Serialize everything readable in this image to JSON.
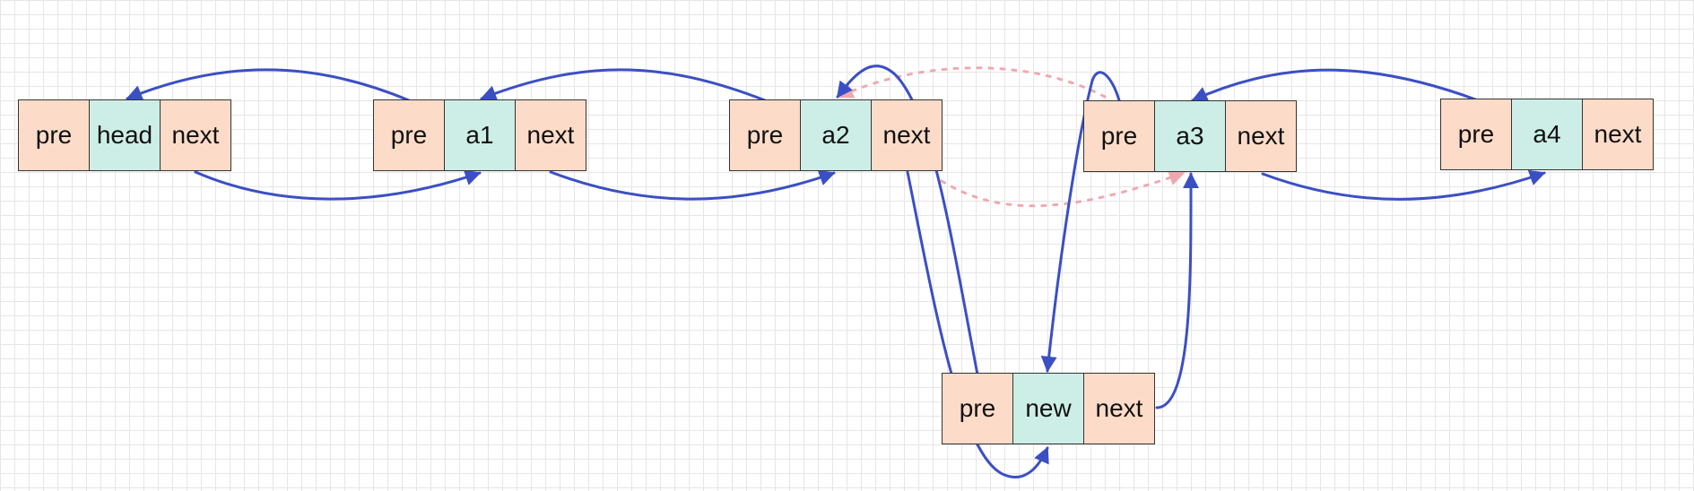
{
  "colors": {
    "link": "#3b4fc4",
    "removed_link": "#f0a8b0",
    "side_cell": "#fcdcc8",
    "value_cell": "#cdeee6"
  },
  "nodes": [
    {
      "id": "head",
      "pre": "pre",
      "value": "head",
      "next": "next"
    },
    {
      "id": "a1",
      "pre": "pre",
      "value": "a1",
      "next": "next"
    },
    {
      "id": "a2",
      "pre": "pre",
      "value": "a2",
      "next": "next"
    },
    {
      "id": "a3",
      "pre": "pre",
      "value": "a3",
      "next": "next"
    },
    {
      "id": "a4",
      "pre": "pre",
      "value": "a4",
      "next": "next"
    },
    {
      "id": "new",
      "pre": "pre",
      "value": "new",
      "next": "next"
    }
  ],
  "links": [
    {
      "from": "a1.pre",
      "to": "head",
      "style": "solid"
    },
    {
      "from": "head.next",
      "to": "a1",
      "style": "solid"
    },
    {
      "from": "a2.pre",
      "to": "a1",
      "style": "solid"
    },
    {
      "from": "a1.next",
      "to": "a2",
      "style": "solid"
    },
    {
      "from": "a4.pre",
      "to": "a3",
      "style": "solid"
    },
    {
      "from": "a3.next",
      "to": "a4",
      "style": "solid"
    },
    {
      "from": "a2.next",
      "to": "a3",
      "style": "dashed-removed"
    },
    {
      "from": "a3.pre",
      "to": "a2",
      "style": "dashed-removed"
    },
    {
      "from": "a2.next",
      "to": "new",
      "style": "solid"
    },
    {
      "from": "new.pre",
      "to": "a2",
      "style": "solid"
    },
    {
      "from": "new.next",
      "to": "a3",
      "style": "solid"
    },
    {
      "from": "a3.pre",
      "to": "new",
      "style": "solid"
    }
  ]
}
